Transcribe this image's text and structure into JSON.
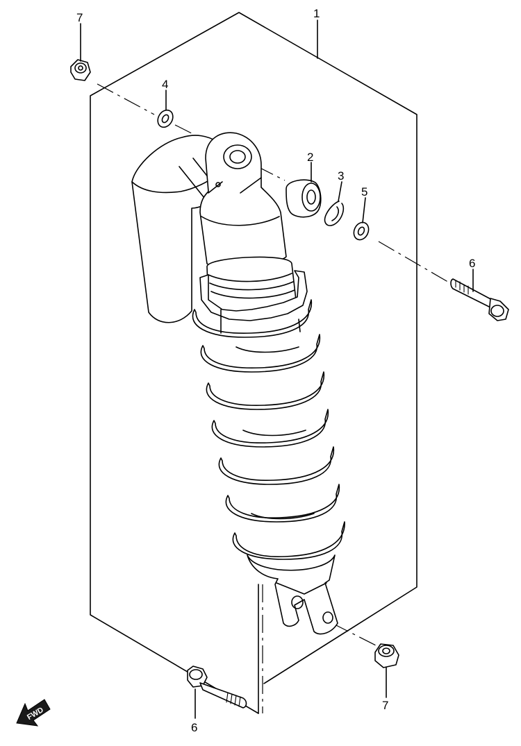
{
  "callouts": [
    {
      "id": "c1",
      "label": "1"
    },
    {
      "id": "c2",
      "label": "2"
    },
    {
      "id": "c3",
      "label": "3"
    },
    {
      "id": "c4",
      "label": "4"
    },
    {
      "id": "c5",
      "label": "5"
    },
    {
      "id": "c6a",
      "label": "6"
    },
    {
      "id": "c6b",
      "label": "6"
    },
    {
      "id": "c7a",
      "label": "7"
    },
    {
      "id": "c7b",
      "label": "7"
    }
  ],
  "fwd_label": "FWD",
  "colors": {
    "line": "#000000",
    "background": "#ffffff"
  }
}
